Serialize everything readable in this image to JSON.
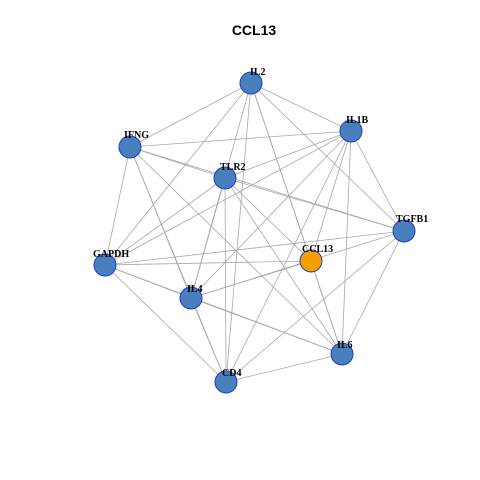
{
  "title": "CCL13",
  "colors": {
    "node_default": "#4a7fbe",
    "node_highlight": "#f5a000",
    "node_border": "#1f3fbf",
    "edge": "#a8a8a8"
  },
  "nodes": [
    {
      "id": "IL2",
      "label": "IL2",
      "highlight": false
    },
    {
      "id": "IL1B",
      "label": "IL1B",
      "highlight": false
    },
    {
      "id": "IFNG",
      "label": "IFNG",
      "highlight": false
    },
    {
      "id": "TLR2",
      "label": "TLR2",
      "highlight": false
    },
    {
      "id": "TGFB1",
      "label": "TGFB1",
      "highlight": false
    },
    {
      "id": "CCL13",
      "label": "CCL13",
      "highlight": true
    },
    {
      "id": "GAPDH",
      "label": "GAPDH",
      "highlight": false
    },
    {
      "id": "IL4",
      "label": "IL4",
      "highlight": false
    },
    {
      "id": "IL6",
      "label": "IL6",
      "highlight": false
    },
    {
      "id": "CD4",
      "label": "CD4",
      "highlight": false
    }
  ],
  "edges": [
    [
      "IL2",
      "IFNG"
    ],
    [
      "IL2",
      "IL1B"
    ],
    [
      "IL2",
      "TGFB1"
    ],
    [
      "IL2",
      "IL6"
    ],
    [
      "IL2",
      "CD4"
    ],
    [
      "IL2",
      "IL4"
    ],
    [
      "IL2",
      "GAPDH"
    ],
    [
      "IL2",
      "CCL13"
    ],
    [
      "IL1B",
      "IFNG"
    ],
    [
      "IL1B",
      "TGFB1"
    ],
    [
      "IL1B",
      "TLR2"
    ],
    [
      "IL1B",
      "IL6"
    ],
    [
      "IL1B",
      "CD4"
    ],
    [
      "IL1B",
      "IL4"
    ],
    [
      "IL1B",
      "GAPDH"
    ],
    [
      "IL1B",
      "CCL13"
    ],
    [
      "IFNG",
      "TLR2"
    ],
    [
      "IFNG",
      "TGFB1"
    ],
    [
      "IFNG",
      "IL4"
    ],
    [
      "IFNG",
      "CD4"
    ],
    [
      "IFNG",
      "GAPDH"
    ],
    [
      "IFNG",
      "IL6"
    ],
    [
      "TLR2",
      "TGFB1"
    ],
    [
      "TLR2",
      "IL4"
    ],
    [
      "TLR2",
      "IL6"
    ],
    [
      "TLR2",
      "CD4"
    ],
    [
      "TLR2",
      "GAPDH"
    ],
    [
      "TLR2",
      "CCL13"
    ],
    [
      "TGFB1",
      "GAPDH"
    ],
    [
      "TGFB1",
      "IL4"
    ],
    [
      "TGFB1",
      "IL6"
    ],
    [
      "TGFB1",
      "CD4"
    ],
    [
      "CCL13",
      "IL4"
    ],
    [
      "CCL13",
      "IL6"
    ],
    [
      "CCL13",
      "GAPDH"
    ],
    [
      "GAPDH",
      "IL6"
    ],
    [
      "GAPDH",
      "CD4"
    ],
    [
      "GAPDH",
      "IL4"
    ],
    [
      "IL4",
      "IL6"
    ],
    [
      "IL4",
      "CD4"
    ],
    [
      "CD4",
      "IL6"
    ]
  ]
}
